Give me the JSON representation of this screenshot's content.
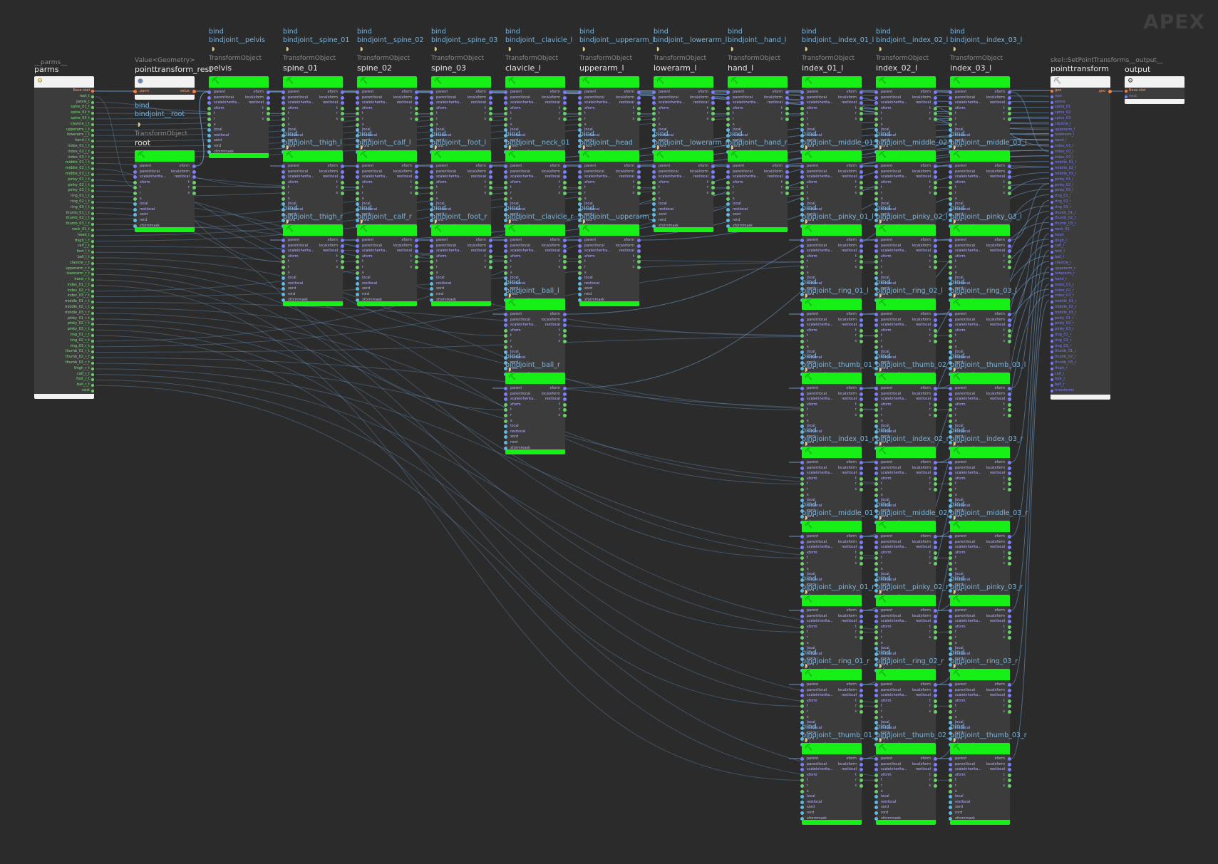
{
  "app": {
    "watermark": "APEX"
  },
  "colors": {
    "background": "#2b2b2b",
    "node_header": "#16f016",
    "wire": "#6f9fd0",
    "node_body": "#3c3c3c"
  },
  "ports": {
    "transform_inputs": [
      "parent",
      "parentlocal",
      "scaleinherita...",
      "xform",
      "t",
      "r",
      "s",
      "local",
      "restlocal",
      "xord",
      "rord",
      "xformmask"
    ],
    "transform_outputs": [
      "xform",
      "localxform",
      "restlocal",
      "t",
      "r",
      "s"
    ]
  },
  "parms_node": {
    "caption": "__parms__",
    "name": "parms",
    "outputs": [
      "Base.skel",
      "root_t",
      "pelvis_t",
      "spine_01_t",
      "spine_02_t",
      "spine_03_t",
      "clavicle_l_t",
      "upperarm_l_t",
      "lowerarm_l_t",
      "hand_l_t",
      "index_01_l_t",
      "index_02_l_t",
      "index_03_l_t",
      "middle_01_l_t",
      "middle_02_l_t",
      "middle_03_l_t",
      "pinky_01_l_t",
      "pinky_02_l_t",
      "pinky_03_l_t",
      "ring_01_l_t",
      "ring_02_l_t",
      "ring_03_l_t",
      "thumb_01_l_t",
      "thumb_02_l_t",
      "thumb_03_l_t",
      "neck_01_t",
      "head_t",
      "thigh_l_t",
      "calf_l_t",
      "foot_l_t",
      "ball_l_t",
      "clavicle_r_t",
      "upperarm_r_t",
      "lowerarm_r_t",
      "hand_r_t",
      "index_01_r_t",
      "index_02_r_t",
      "index_03_r_t",
      "middle_01_r_t",
      "middle_02_r_t",
      "middle_03_r_t",
      "pinky_01_r_t",
      "pinky_02_r_t",
      "pinky_03_r_t",
      "ring_01_r_t",
      "ring_02_r_t",
      "ring_03_r_t",
      "thumb_01_r_t",
      "thumb_02_r_t",
      "thumb_03_r_t",
      "thigh_r_t",
      "calf_r_t",
      "foot_r_t",
      "ball_r_t",
      "next"
    ]
  },
  "rest_node": {
    "caption": "Value<Geometry>",
    "name": "pointtransform_rest",
    "in_label": "parm",
    "out_label": "value"
  },
  "root_node": {
    "bind_head": "bind",
    "bind_name": "bindjoint__root",
    "caption": "TransformObject",
    "name": "root"
  },
  "top_row": [
    {
      "bind_name": "bindjoint__pelvis",
      "name": "pelvis"
    },
    {
      "bind_name": "bindjoint__spine_01",
      "name": "spine_01"
    },
    {
      "bind_name": "bindjoint__spine_02",
      "name": "spine_02"
    },
    {
      "bind_name": "bindjoint__spine_03",
      "name": "spine_03"
    },
    {
      "bind_name": "bindjoint__clavicle_l",
      "name": "clavicle_l"
    },
    {
      "bind_name": "bindjoint__upperarm_l",
      "name": "upperarm_l"
    },
    {
      "bind_name": "bindjoint__lowerarm_l",
      "name": "lowerarm_l"
    },
    {
      "bind_name": "bindjoint__hand_l",
      "name": "hand_l"
    },
    {
      "bind_name": "bindjoint__index_01_l",
      "name": "index_01_l"
    },
    {
      "bind_name": "bindjoint__index_02_l",
      "name": "index_02_l"
    },
    {
      "bind_name": "bindjoint__index_03_l",
      "name": "index_03_l"
    }
  ],
  "grid_nodes": [
    {
      "col": 1,
      "row": 1,
      "bind_name": "bindjoint__thigh_l",
      "name": "thigh_l"
    },
    {
      "col": 1,
      "row": 2,
      "bind_name": "bindjoint__thigh_r",
      "name": "thigh_r"
    },
    {
      "col": 2,
      "row": 1,
      "bind_name": "bindjoint__calf_l",
      "name": "calf_l"
    },
    {
      "col": 2,
      "row": 2,
      "bind_name": "bindjoint__calf_r",
      "name": "calf_r"
    },
    {
      "col": 3,
      "row": 1,
      "bind_name": "bindjoint__foot_l",
      "name": "foot_l"
    },
    {
      "col": 3,
      "row": 2,
      "bind_name": "bindjoint__foot_r",
      "name": "foot_r"
    },
    {
      "col": 4,
      "row": 1,
      "bind_name": "bindjoint__neck_01",
      "name": "neck_01"
    },
    {
      "col": 4,
      "row": 2,
      "bind_name": "bindjoint__clavicle_r",
      "name": "clavicle_r"
    },
    {
      "col": 4,
      "row": 3,
      "bind_name": "bindjoint__ball_l",
      "name": "ball_l"
    },
    {
      "col": 4,
      "row": 4,
      "bind_name": "bindjoint__ball_r",
      "name": "ball_r"
    },
    {
      "col": 5,
      "row": 1,
      "bind_name": "bindjoint__head",
      "name": "head"
    },
    {
      "col": 5,
      "row": 2,
      "bind_name": "bindjoint__upperarm_r",
      "name": "upperarm_r"
    },
    {
      "col": 6,
      "row": 1,
      "bind_name": "bindjoint__lowerarm_r",
      "name": "lowerarm_r"
    },
    {
      "col": 7,
      "row": 1,
      "bind_name": "bindjoint__hand_r",
      "name": "hand_r"
    },
    {
      "col": 8,
      "row": 1,
      "bind_name": "bindjoint__middle_01_l",
      "name": "middle_01_l"
    },
    {
      "col": 8,
      "row": 2,
      "bind_name": "bindjoint__pinky_01_l",
      "name": "pinky_01_l"
    },
    {
      "col": 8,
      "row": 3,
      "bind_name": "bindjoint__ring_01_l",
      "name": "ring_01_l"
    },
    {
      "col": 8,
      "row": 4,
      "bind_name": "bindjoint__thumb_01_l",
      "name": "thumb_01_l"
    },
    {
      "col": 8,
      "row": 5,
      "bind_name": "bindjoint__index_01_r",
      "name": "index_01_r"
    },
    {
      "col": 8,
      "row": 6,
      "bind_name": "bindjoint__middle_01_r",
      "name": "middle_01_r"
    },
    {
      "col": 8,
      "row": 7,
      "bind_name": "bindjoint__pinky_01_r",
      "name": "pinky_01_r"
    },
    {
      "col": 8,
      "row": 8,
      "bind_name": "bindjoint__ring_01_r",
      "name": "ring_01_r"
    },
    {
      "col": 8,
      "row": 9,
      "bind_name": "bindjoint__thumb_01_r",
      "name": "thumb_01_r"
    },
    {
      "col": 9,
      "row": 1,
      "bind_name": "bindjoint__middle_02_l",
      "name": "middle_02_l"
    },
    {
      "col": 9,
      "row": 2,
      "bind_name": "bindjoint__pinky_02_l",
      "name": "pinky_02_l"
    },
    {
      "col": 9,
      "row": 3,
      "bind_name": "bindjoint__ring_02_l",
      "name": "ring_02_l"
    },
    {
      "col": 9,
      "row": 4,
      "bind_name": "bindjoint__thumb_02_l",
      "name": "thumb_02_l"
    },
    {
      "col": 9,
      "row": 5,
      "bind_name": "bindjoint__index_02_r",
      "name": "index_02_r"
    },
    {
      "col": 9,
      "row": 6,
      "bind_name": "bindjoint__middle_02_r",
      "name": "middle_02_r"
    },
    {
      "col": 9,
      "row": 7,
      "bind_name": "bindjoint__pinky_02_r",
      "name": "pinky_02_r"
    },
    {
      "col": 9,
      "row": 8,
      "bind_name": "bindjoint__ring_02_r",
      "name": "ring_02_r"
    },
    {
      "col": 9,
      "row": 9,
      "bind_name": "bindjoint__thumb_02_r",
      "name": "thumb_02_r"
    },
    {
      "col": 10,
      "row": 1,
      "bind_name": "bindjoint__middle_03_l",
      "name": "middle_03_l"
    },
    {
      "col": 10,
      "row": 2,
      "bind_name": "bindjoint__pinky_03_l",
      "name": "pinky_03_l"
    },
    {
      "col": 10,
      "row": 3,
      "bind_name": "bindjoint__ring_03_l",
      "name": "ring_03_l"
    },
    {
      "col": 10,
      "row": 4,
      "bind_name": "bindjoint__thumb_03_l",
      "name": "thumb_03_l"
    },
    {
      "col": 10,
      "row": 5,
      "bind_name": "bindjoint__index_03_r",
      "name": "index_03_r"
    },
    {
      "col": 10,
      "row": 6,
      "bind_name": "bindjoint__middle_03_r",
      "name": "middle_03_r"
    },
    {
      "col": 10,
      "row": 7,
      "bind_name": "bindjoint__pinky_03_r",
      "name": "pinky_03_r"
    },
    {
      "col": 10,
      "row": 8,
      "bind_name": "bindjoint__ring_03_r",
      "name": "ring_03_r"
    },
    {
      "col": 10,
      "row": 9,
      "bind_name": "bindjoint__thumb_03_r",
      "name": "thumb_03_r"
    }
  ],
  "labels": {
    "bind": "bind",
    "transform_caption": "TransformObject"
  },
  "set_points_node": {
    "caption": "skel::SetPointTransforms__output__",
    "name": "pointtransform",
    "inputs": [
      "geo",
      "root",
      "pelvis",
      "spine_01",
      "spine_02",
      "spine_03",
      "clavicle_l",
      "upperarm_l",
      "lowerarm_l",
      "hand_l",
      "index_01_l",
      "index_02_l",
      "index_03_l",
      "middle_01_l",
      "middle_02_l",
      "middle_03_l",
      "pinky_01_l",
      "pinky_02_l",
      "pinky_03_l",
      "ring_01_l",
      "ring_02_l",
      "ring_03_l",
      "thumb_01_l",
      "thumb_02_l",
      "thumb_03_l",
      "neck_01",
      "head",
      "thigh_l",
      "calf_l",
      "foot_l",
      "ball_l",
      "clavicle_r",
      "upperarm_r",
      "lowerarm_r",
      "hand_r",
      "index_01_r",
      "index_02_r",
      "index_03_r",
      "middle_01_r",
      "middle_02_r",
      "middle_03_r",
      "pinky_01_r",
      "pinky_02_r",
      "pinky_03_r",
      "ring_01_r",
      "ring_02_r",
      "ring_03_r",
      "thumb_01_r",
      "thumb_02_r",
      "thumb_03_r",
      "thigh_r",
      "calf_r",
      "foot_r",
      "ball_r",
      "transforms"
    ],
    "out_label": "geo"
  },
  "output_node": {
    "name": "output",
    "inputs": [
      "Base.skel",
      "next"
    ]
  }
}
